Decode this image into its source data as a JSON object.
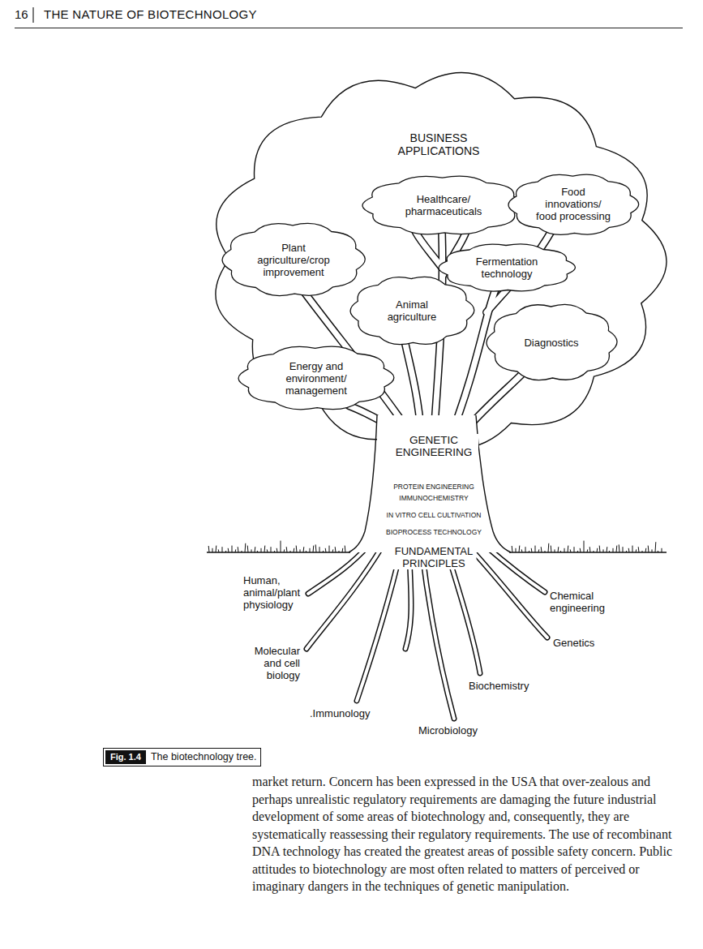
{
  "diagram": {
    "caption": "The biotechnology tree.",
    "nodes": [
      {
        "text": [
          "BUSINESS APPLICATIONS"
        ]
      },
      {
        "text": [
          "Healthcare/ pharmaceuticals"
        ],
        "in": 0
      },
      {
        "text": [
          "Food innovations/ food processing"
        ],
        "in": 0
      },
      {
        "text": [
          "Plant agriculture/crop improvement"
        ],
        "in": 0
      },
      {
        "text": [
          "Fermentation technology"
        ],
        "in": 0
      },
      {
        "text": [
          "Animal agriculture"
        ],
        "in": 0
      },
      {
        "text": [
          "Diagnostics"
        ],
        "in": 0
      },
      {
        "text": [
          "Energy and environment/ management"
        ],
        "in": 0
      },
      {
        "text": [
          "GENETIC ENGINEERING",
          "PROTEIN ENGINEERING",
          "IMMUNOCHEMISTRY",
          "IN VITRO CELL CULTIVATION",
          "BIOPROCESS TECHNOLOGY",
          "FUNDAMENTAL PRINCIPLES"
        ]
      }
    ],
    "labels": [
      "16",
      "THE NATURE OF BIOTECHNOLOGY",
      "Human, animal/plant physiology",
      "Molecular and cell biology",
      ".Immunology",
      "Microbiology",
      "Biochemistry",
      "Genetics",
      "Chemical engineering",
      "Fig. 1.4",
      "market return. Concern has been expressed in the USA that over-zealous and perhaps unrealistic regulatory requirements are damaging the future industrial development of some areas of biotechnology and, consequently, they are systematically reassessing their regulatory requirements. The use of recombinant DNA technology has created the greatest areas of possible safety concern. Public attitudes to biotechnology are most often related to matters of perceived or imaginary dangers in the techniques of genetic manipulation."
    ]
  }
}
